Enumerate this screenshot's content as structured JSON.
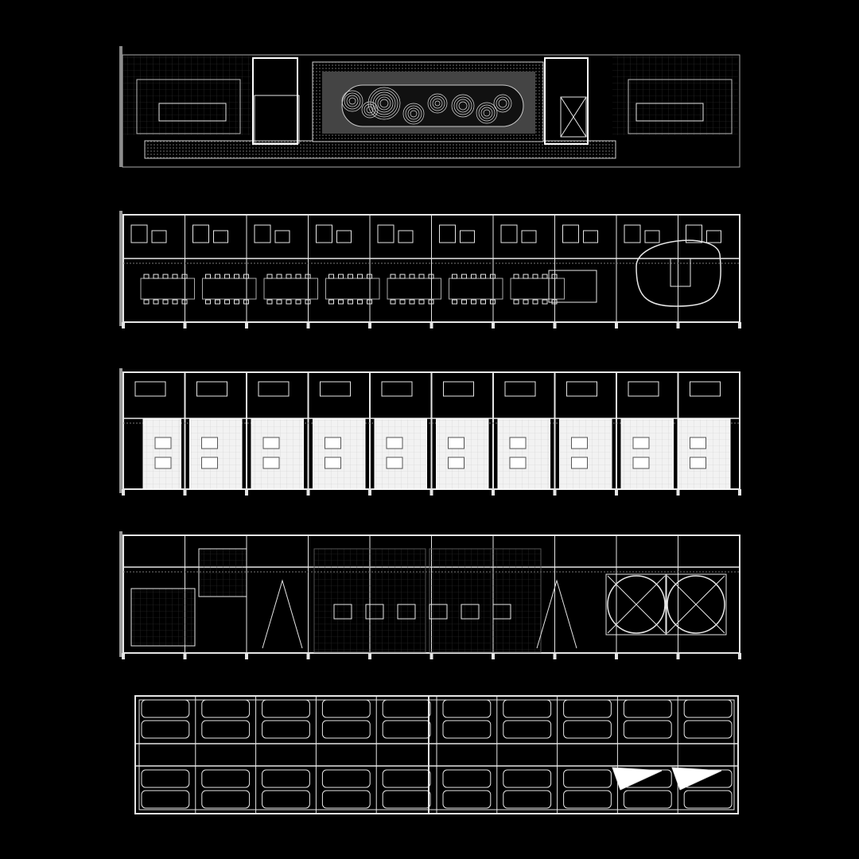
{
  "drawing": {
    "background": "#000000",
    "line_color": "#e6e6e6",
    "fill_light": "#f2f2f2",
    "hatch_color": "#5a5a5a",
    "plans": [
      {
        "id": "roof",
        "bays": 10
      },
      {
        "id": "floor-upper",
        "bays": 10
      },
      {
        "id": "floor-office",
        "bays": 10
      },
      {
        "id": "floor-ground",
        "bays": 10
      },
      {
        "id": "foundation",
        "bays": 10
      }
    ]
  }
}
